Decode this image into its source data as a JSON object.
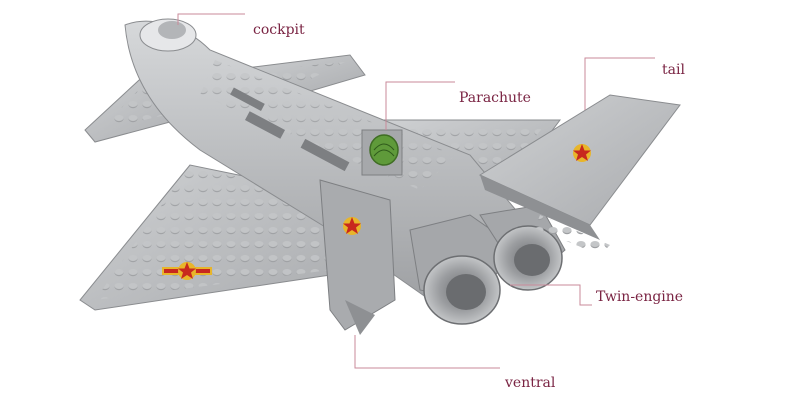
{
  "labels": {
    "cockpit": "cockpit",
    "parachute": "Parachute",
    "tail": "tail",
    "twin_engine": "Twin-engine",
    "ventral": "ventral"
  },
  "colors": {
    "label_text": "#7a2443",
    "leader_line": "#c98a9a",
    "model_body": "#b7b9bb",
    "model_dark": "#8e9093",
    "insignia_red": "#c8281e",
    "insignia_gold": "#e8b52a",
    "parachute_green": "#5f9a3a"
  }
}
